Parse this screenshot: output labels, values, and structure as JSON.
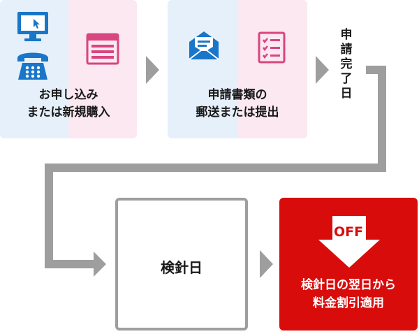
{
  "steps": {
    "apply": {
      "line1": "お申し込み",
      "line2": "または新規購入"
    },
    "mail": {
      "line1": "申請書類の",
      "line2": "郵送または提出"
    },
    "complete": {
      "chars": [
        "申",
        "請",
        "完",
        "了",
        "日"
      ]
    },
    "inspection": {
      "label": "検針日"
    },
    "discount": {
      "badge": "OFF",
      "line1": "検針日の翌日から",
      "line2": "料金割引適用"
    }
  },
  "colors": {
    "card_left": "#e5f0fa",
    "card_right": "#fbe8f1",
    "icon_blue": "#1976c8",
    "icon_pink": "#d8457f",
    "arrow_gray": "#9e9e9e",
    "off_red": "#d90c0c"
  },
  "icons": [
    "computer-icon",
    "telephone-icon",
    "web-form-icon",
    "envelope-icon",
    "checklist-icon",
    "off-arrow-icon"
  ]
}
